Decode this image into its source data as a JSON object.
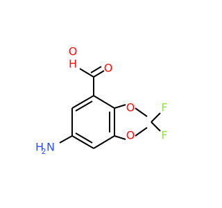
{
  "molecule": {
    "labels": {
      "hydroxyl_o": "O",
      "hydroxyl_h": "H",
      "carbonyl_o": "O",
      "ring_o_top": "O",
      "ring_o_bottom": "O",
      "fluorine_top": "F",
      "fluorine_bottom": "F",
      "amine_n": "N",
      "amine_h": "H",
      "amine_h_subscript": "2"
    },
    "colors": {
      "bond": "#000000",
      "oxygen": "#ff0d0d",
      "fluorine": "#90e050",
      "nitrogen": "#3050f8"
    }
  }
}
